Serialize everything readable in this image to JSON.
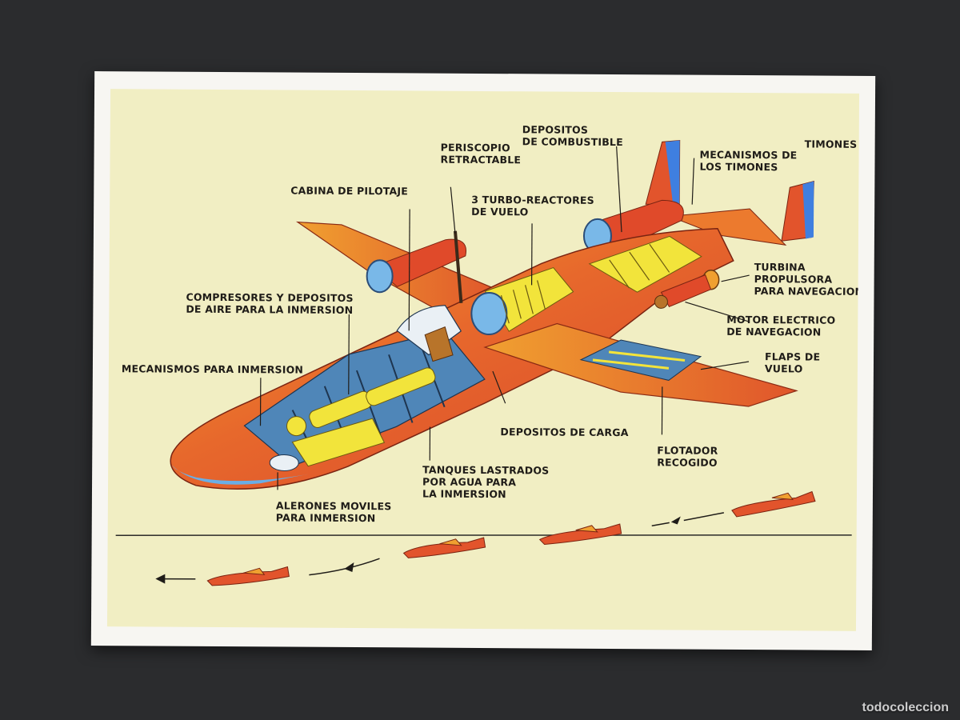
{
  "labels": {
    "depositos_combustible": [
      "DEPOSITOS",
      "DE COMBUSTIBLE"
    ],
    "timones": [
      "TIMONES"
    ],
    "mecanismos_timones": [
      "MECANISMOS DE",
      "LOS TIMONES"
    ],
    "periscopio": [
      "PERISCOPIO",
      "RETRACTABLE"
    ],
    "cabina": [
      "CABINA DE PILOTAJE"
    ],
    "turbo_reactores": [
      "3 TURBO-REACTORES",
      "DE VUELO"
    ],
    "turbina": [
      "TURBINA",
      "PROPULSORA",
      "PARA NAVEGACION"
    ],
    "compresores": [
      "COMPRESORES Y DEPOSITOS",
      "DE AIRE PARA LA INMERSION"
    ],
    "motor_electrico": [
      "MOTOR ELECTRICO",
      "DE NAVEGACION"
    ],
    "flaps": [
      "FLAPS DE",
      "VUELO"
    ],
    "mecanismos_inmersion": [
      "MECANISMOS PARA INMERSION"
    ],
    "depositos_carga": [
      "DEPOSITOS DE CARGA"
    ],
    "flotador": [
      "FLOTADOR",
      "RECOGIDO"
    ],
    "tanques": [
      "TANQUES LASTRADOS",
      "POR AGUA PARA",
      "LA INMERSION"
    ],
    "alerones": [
      "ALERONES MOVILES",
      "PARA INMERSION"
    ]
  },
  "watermark": "todocoleccion",
  "colors": {
    "background": "#2b2c2e",
    "card": "#f7f6f2",
    "panel": "#f1eec3",
    "hull": "#e2542c",
    "hull_light": "#f09b2e",
    "interior": "#4f86b8",
    "machinery": "#f2e43b",
    "engine_intake": "#79b8e8",
    "rudder_blue": "#3f7fe0",
    "label_text": "#1f1c18"
  }
}
